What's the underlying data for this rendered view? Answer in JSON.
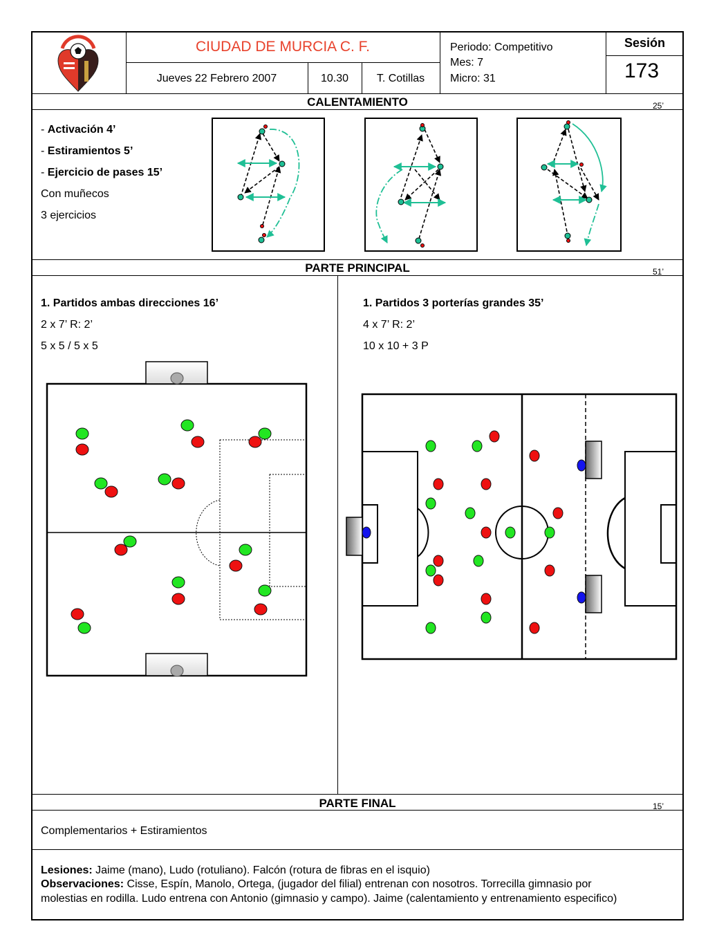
{
  "header": {
    "club_name": "CIUDAD DE MURCIA C. F.",
    "date": "Jueves 22 Febrero 2007",
    "time": "10.30",
    "coach": "T. Cotillas",
    "period": "Periodo: Competitivo",
    "month": "Mes: 7",
    "micro": "Micro: 31",
    "session_label": "Sesión",
    "session_number": "173"
  },
  "warmup": {
    "title": "CALENTAMIENTO",
    "minutes": "25’",
    "lines": [
      {
        "dash": "- ",
        "text": "Activación 4’"
      },
      {
        "dash": "- ",
        "text": "Estiramientos 5’"
      },
      {
        "dash": "- ",
        "text": "Ejercicio de pases 15’"
      }
    ],
    "plain_lines": [
      "Con muñecos",
      "3 ejercicios"
    ]
  },
  "main": {
    "title": "PARTE PRINCIPAL",
    "minutes": "51’",
    "left": {
      "heading": "1. Partidos ambas direcciones  16’",
      "line1": "2 x 7’  R: 2’",
      "line2": "5 x 5 / 5 x 5"
    },
    "right": {
      "heading": "1. Partidos 3 porterías grandes 35’",
      "line1": "4 x 7’  R: 2’",
      "line2": "10 x 10 + 3 P"
    }
  },
  "final": {
    "title": "PARTE FINAL",
    "minutes": "15’",
    "text": "Complementarios + Estiramientos"
  },
  "notes": {
    "injuries_label": "Lesiones:",
    "injuries_text": " Jaime (mano), Ludo (rotuliano). Falcón (rotura de fibras en el isquio)",
    "observations_label": "Observaciones:",
    "observations_line1": "  Cisse, Espín, Manolo, Ortega, (jugador del filial) entrenan con nosotros. Torrecilla gimnasio por",
    "observations_line2": "molestias en rodilla. Ludo entrena con Antonio (gimnasio y campo). Jaime (calentamiento y entrenamiento especifico)"
  },
  "colors": {
    "title_red": "#e8422c",
    "team_green": "#22e622",
    "team_red": "#ee1111",
    "keeper_blue": "#1414ee",
    "teal": "#1fbf95",
    "logo_red": "#e03a2a"
  },
  "icons": {
    "logo": "club-crest-icon"
  }
}
